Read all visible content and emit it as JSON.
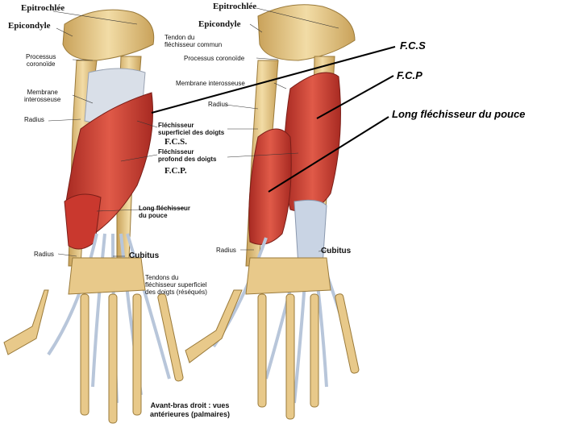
{
  "left_figure": {
    "labels": {
      "epitrochlee": "Epitrochlée",
      "epicondyle": "Epicondyle",
      "tendon_flechisseur": "Tendon du\nfléchisseur commun",
      "processus": "Processus\ncoronoïde",
      "membrane": "Membrane\ninterosseuse",
      "radius_top": "Radius",
      "fcs_full": "Fléchisseur\nsuperficiel des doigts",
      "fcs_abbr": "F.C.S.",
      "fcp_full": "Fléchisseur\nprofond des doigts",
      "fcp_abbr": "F.C.P.",
      "long_flech": "Long fléchisseur\ndu pouce",
      "radius_bottom": "Radius",
      "cubitus": "Cubitus"
    }
  },
  "right_figure": {
    "labels": {
      "epitrochlee": "Epitrochlée",
      "epicondyle": "Epicondyle",
      "processus": "Processus coronoïde",
      "membrane": "Membrane interosseuse",
      "radius_top": "Radius",
      "radius_bottom": "Radius",
      "cubitus": "Cubitus",
      "tendons": "Tendons du\nfléchisseur superficiel\ndes doigts (réséqués)"
    }
  },
  "caption": "Avant-bras droit : vues\nantérieures (palmaires)",
  "annotations": {
    "fcs": "F.C.S",
    "fcp": "F.C.P",
    "long_flechisseur": "Long fléchisseur du pouce"
  },
  "colors": {
    "bone": "#e8c98a",
    "bone_shadow": "#c9a25a",
    "muscle": "#d8453a",
    "muscle_dark": "#a82a22",
    "tendon": "#c9d4e4",
    "line": "#000000"
  }
}
